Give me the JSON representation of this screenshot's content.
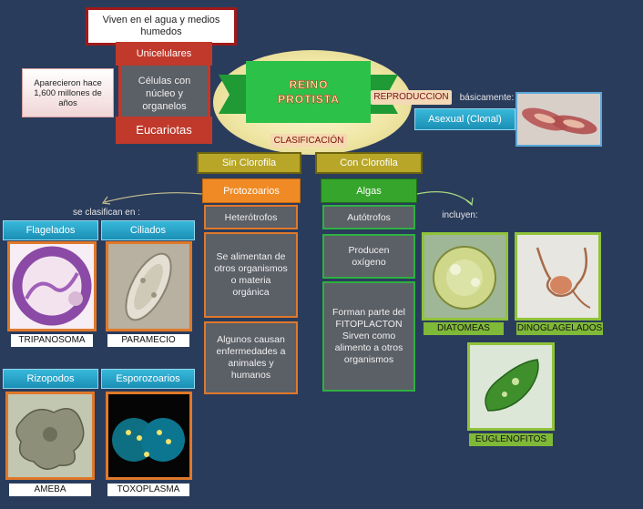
{
  "top": {
    "habitat": "Viven en el agua y medios humedos",
    "unicelulares": "Unicelulares",
    "celulas": "Células con núcleo y organelos",
    "eucariotas": "Eucariotas",
    "aparecieron": "Aparecieron hace 1,600 millones de años",
    "reino": "REINO PROTISTA",
    "reproduccion": "REPRODUCCION",
    "basicamente": "básicamente:",
    "asexual": "Asexual  (Clonal)",
    "clasificacion": "CLASIFICACIÓN"
  },
  "left": {
    "sin_clorofila": "Sin Clorofila",
    "se_clasifican": "se clasifican en :",
    "flagelados": "Flagelados",
    "ciliados": "Ciliados",
    "tripanosoma": "TRIPANOSOMA",
    "paramecio": "PARAMECIO",
    "rizopodos": "Rizopodos",
    "esporozoarios": "Esporozoarios",
    "ameba": "AMEBA",
    "toxoplasma": "TOXOPLASMA"
  },
  "middle": {
    "protozoarios": "Protozoarios",
    "heterotrofos": "Heterótrofos",
    "alimentan": "Se alimentan de otros organismos o materia orgánica",
    "enfermedades": "Algunos causan enfermedades a animales  y humanos"
  },
  "right": {
    "con_clorofila": "Con Clorofila",
    "algas": "Algas",
    "autotrofos": "Autótrofos",
    "oxigeno": "Producen oxígeno",
    "fitoplacton": "Forman parte del FITOPLACTON Sirven como alimento  a otros organismos",
    "incluyen": "incluyen:",
    "diatomeas": "DIATOMEAS",
    "dinoglagelados": "DINOGLAGELADOS",
    "euglenofitos": "EUGLENOFITOS"
  }
}
